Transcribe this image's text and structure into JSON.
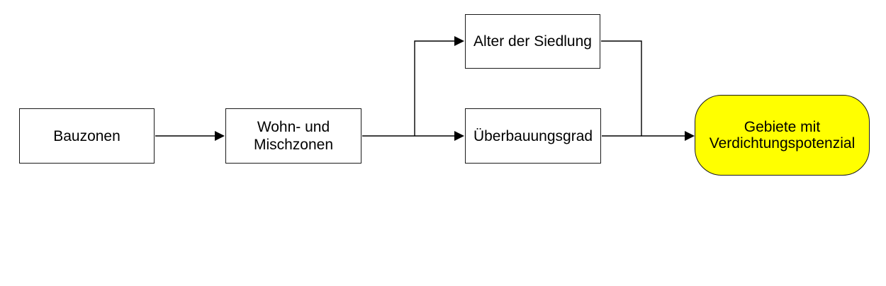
{
  "diagram": {
    "type": "flowchart",
    "colors": {
      "highlight_fill": "#ffff00",
      "node_fill": "#ffffff",
      "stroke": "#000000",
      "background": "#ffffff"
    },
    "nodes": [
      {
        "id": "bauzonen",
        "shape": "rectangle",
        "lines": [
          "Bauzonen"
        ]
      },
      {
        "id": "wohn-und-mischzonen",
        "shape": "rectangle",
        "lines": [
          "Wohn- und",
          "Mischzonen"
        ]
      },
      {
        "id": "alter-der-siedlung",
        "shape": "rectangle",
        "lines": [
          "Alter der Siedlung"
        ]
      },
      {
        "id": "ueberbauungsgrad",
        "shape": "rectangle",
        "lines": [
          "Überbauungsgrad"
        ]
      },
      {
        "id": "gebiete-mit-verdichtungspotenzial",
        "shape": "rounded-rectangle",
        "fill": "#ffff00",
        "lines": [
          "Gebiete mit",
          "Verdichtungspotenzial"
        ]
      }
    ],
    "edges": [
      {
        "from": "bauzonen",
        "to": "wohn-und-mischzonen"
      },
      {
        "from": "wohn-und-mischzonen",
        "to": "alter-der-siedlung"
      },
      {
        "from": "wohn-und-mischzonen",
        "to": "ueberbauungsgrad"
      },
      {
        "from": "alter-der-siedlung",
        "to": "gebiete-mit-verdichtungspotenzial"
      },
      {
        "from": "ueberbauungsgrad",
        "to": "gebiete-mit-verdichtungspotenzial"
      }
    ]
  }
}
